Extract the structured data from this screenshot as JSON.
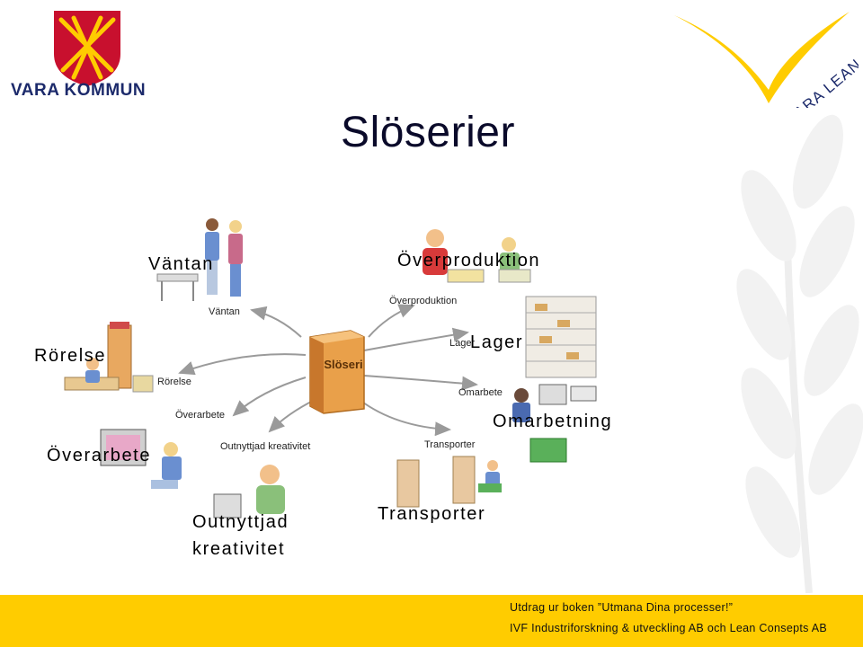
{
  "header": {
    "kommun_name": "VARA KOMMUN",
    "lean_logo_text": "VARA LEAN"
  },
  "title": "Slöserier",
  "labels": {
    "vantan": "Väntan",
    "overproduktion": "Överproduktion",
    "rorelse": "Rörelse",
    "lager": "Lager",
    "omarbetning": "Omarbetning",
    "overarbete": "Överarbete",
    "outnyttjad_1": "Outnyttjad",
    "outnyttjad_2": "kreativitet",
    "transporter": "Transporter"
  },
  "diagram": {
    "book_title": "Slöseri",
    "small_labels": {
      "vantan": "Väntan",
      "overproduktion": "Överproduktion",
      "rorelse": "Rörelse",
      "lager": "Lager",
      "omarbete": "Omarbete",
      "overarbete": "Överarbete",
      "outnyttjad": "Outnyttjad kreativitet",
      "transporter": "Transporter"
    }
  },
  "footer": {
    "line1": "Utdrag ur boken ”Utmana Dina processer!”",
    "line2": "IVF Industriforskning & utveckling AB och Lean Consepts AB"
  },
  "colors": {
    "accent_yellow": "#ffcc00",
    "kommun_blue": "#1c2a6b",
    "kommun_red": "#c8102e"
  }
}
